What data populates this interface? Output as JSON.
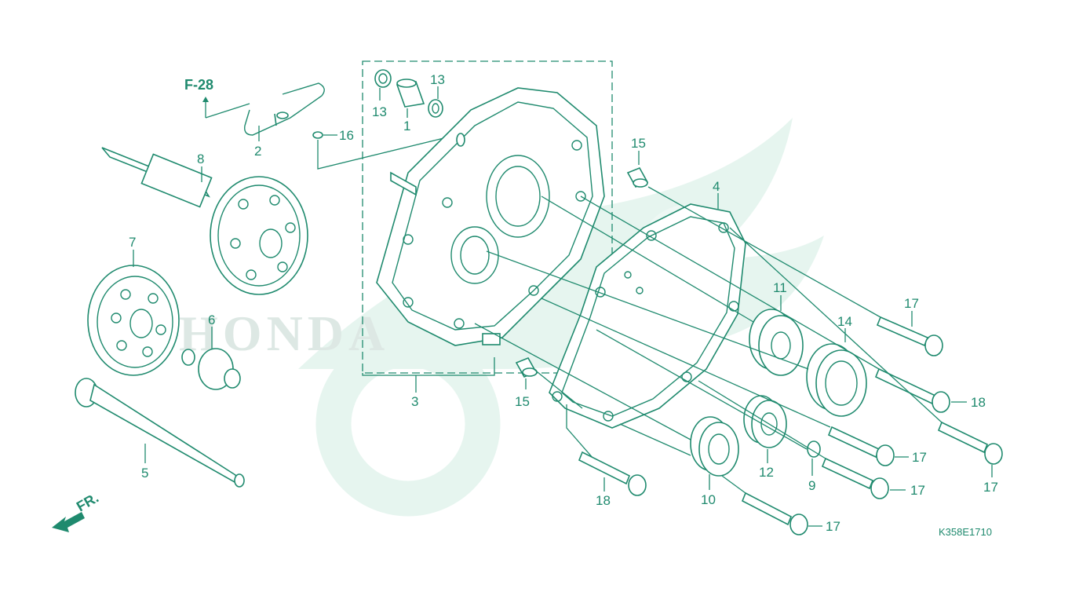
{
  "diagram": {
    "ref_label": "F-28",
    "drawing_code": "K358E1710",
    "direction_label": "FR.",
    "watermark_text": "HONDA",
    "colors": {
      "line": "#1f8a6e",
      "watermark": "#dff3ec",
      "background": "#ffffff"
    },
    "callouts": [
      {
        "id": "c1",
        "text": "1"
      },
      {
        "id": "c2",
        "text": "2"
      },
      {
        "id": "c3",
        "text": "3"
      },
      {
        "id": "c4",
        "text": "4"
      },
      {
        "id": "c5",
        "text": "5"
      },
      {
        "id": "c6",
        "text": "6"
      },
      {
        "id": "c7",
        "text": "7"
      },
      {
        "id": "c8",
        "text": "8"
      },
      {
        "id": "c9",
        "text": "9"
      },
      {
        "id": "c10",
        "text": "10"
      },
      {
        "id": "c11",
        "text": "11"
      },
      {
        "id": "c12",
        "text": "12"
      },
      {
        "id": "c13a",
        "text": "13"
      },
      {
        "id": "c13b",
        "text": "13"
      },
      {
        "id": "c14",
        "text": "14"
      },
      {
        "id": "c15a",
        "text": "15"
      },
      {
        "id": "c15b",
        "text": "15"
      },
      {
        "id": "c16",
        "text": "16"
      },
      {
        "id": "c17a",
        "text": "17"
      },
      {
        "id": "c17b",
        "text": "17"
      },
      {
        "id": "c17c",
        "text": "17"
      },
      {
        "id": "c17d",
        "text": "17"
      },
      {
        "id": "c17e",
        "text": "17"
      },
      {
        "id": "c18a",
        "text": "18"
      },
      {
        "id": "c18b",
        "text": "18"
      }
    ]
  }
}
